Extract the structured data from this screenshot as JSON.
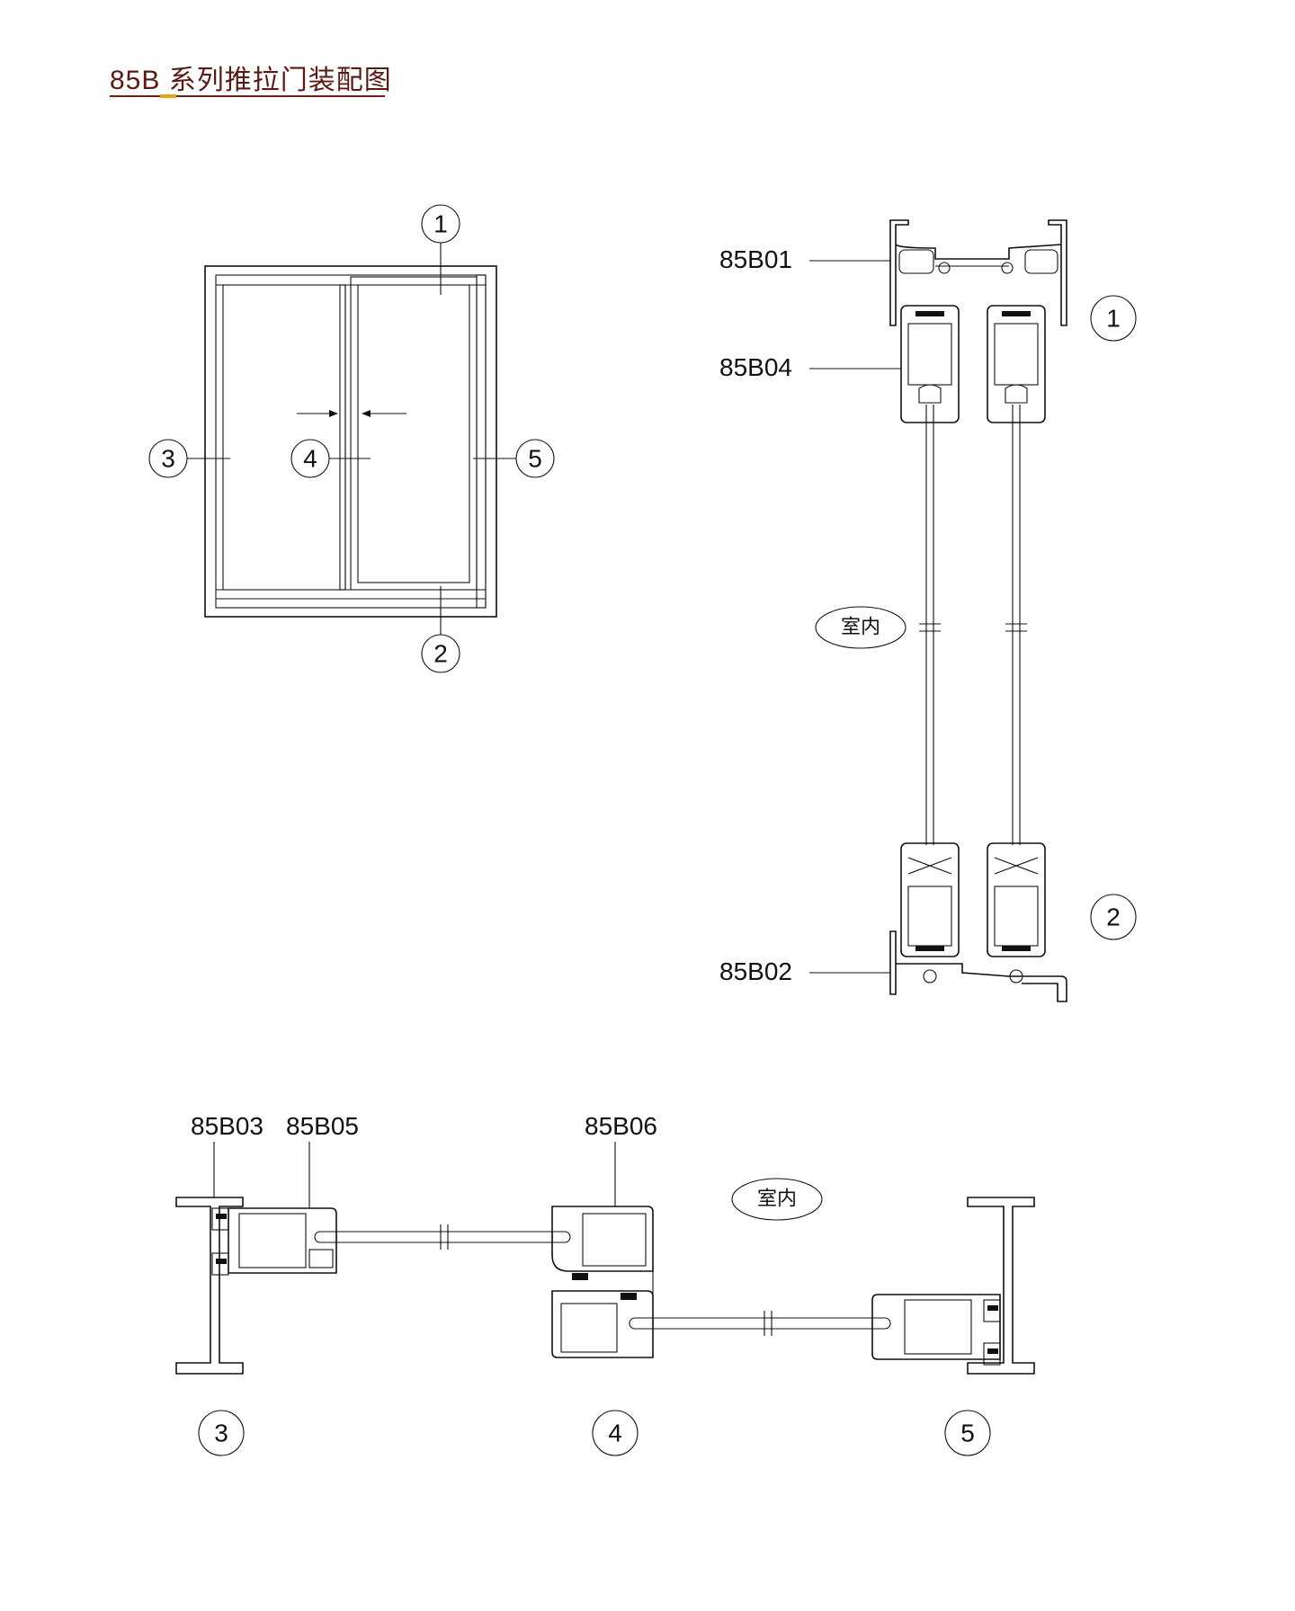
{
  "title": "85B 系列推拉门装配图",
  "colors": {
    "title": "#5a1a12",
    "rule": "#6b1f16",
    "accent": "#e8a21c",
    "line": "#111111"
  },
  "callouts": [
    "1",
    "2",
    "3",
    "4",
    "5"
  ],
  "part_labels": {
    "head": "85B01",
    "sash_rail": "85B04",
    "sill": "85B02",
    "side_frame": "85B03",
    "sash_stile": "85B05",
    "interlock": "85B06"
  },
  "room_label": "室内"
}
